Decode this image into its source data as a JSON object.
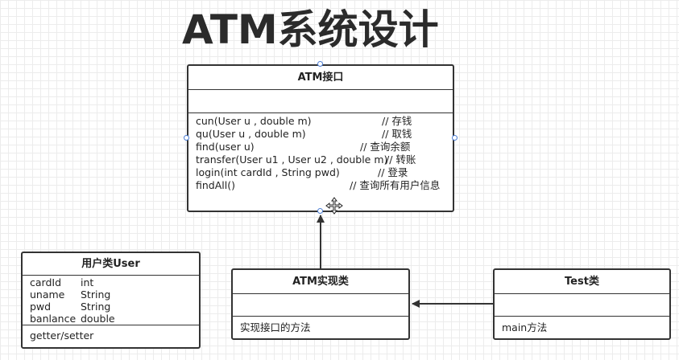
{
  "title": "ATM系统设计",
  "atm_interface": {
    "name": "ATM接口",
    "methods": [
      {
        "sig": "cun(User u , double m)",
        "comment": "// 存钱"
      },
      {
        "sig": "qu(User u , double m)",
        "comment": "// 取钱"
      },
      {
        "sig": "find(user u)",
        "comment": "// 查询余额"
      },
      {
        "sig": "transfer(User u1 , User u2 , double m)",
        "comment": "// 转账"
      },
      {
        "sig": "login(int cardId , String pwd)",
        "comment": "// 登录"
      },
      {
        "sig": "findAll()",
        "comment": "// 查询所有用户信息"
      }
    ]
  },
  "user_class": {
    "name": "用户类User",
    "fields": [
      {
        "name": "cardId",
        "type": "int"
      },
      {
        "name": "uname",
        "type": "String"
      },
      {
        "name": "pwd",
        "type": "String"
      },
      {
        "name": "banlance",
        "type": "double"
      }
    ],
    "methods": "getter/setter"
  },
  "atm_impl": {
    "name": "ATM实现类",
    "methods": "实现接口的方法"
  },
  "test_class": {
    "name": "Test类",
    "methods": "main方法"
  },
  "colors": {
    "border": "#333333",
    "handle": "#4d7fd6",
    "grid": "#ececec"
  }
}
